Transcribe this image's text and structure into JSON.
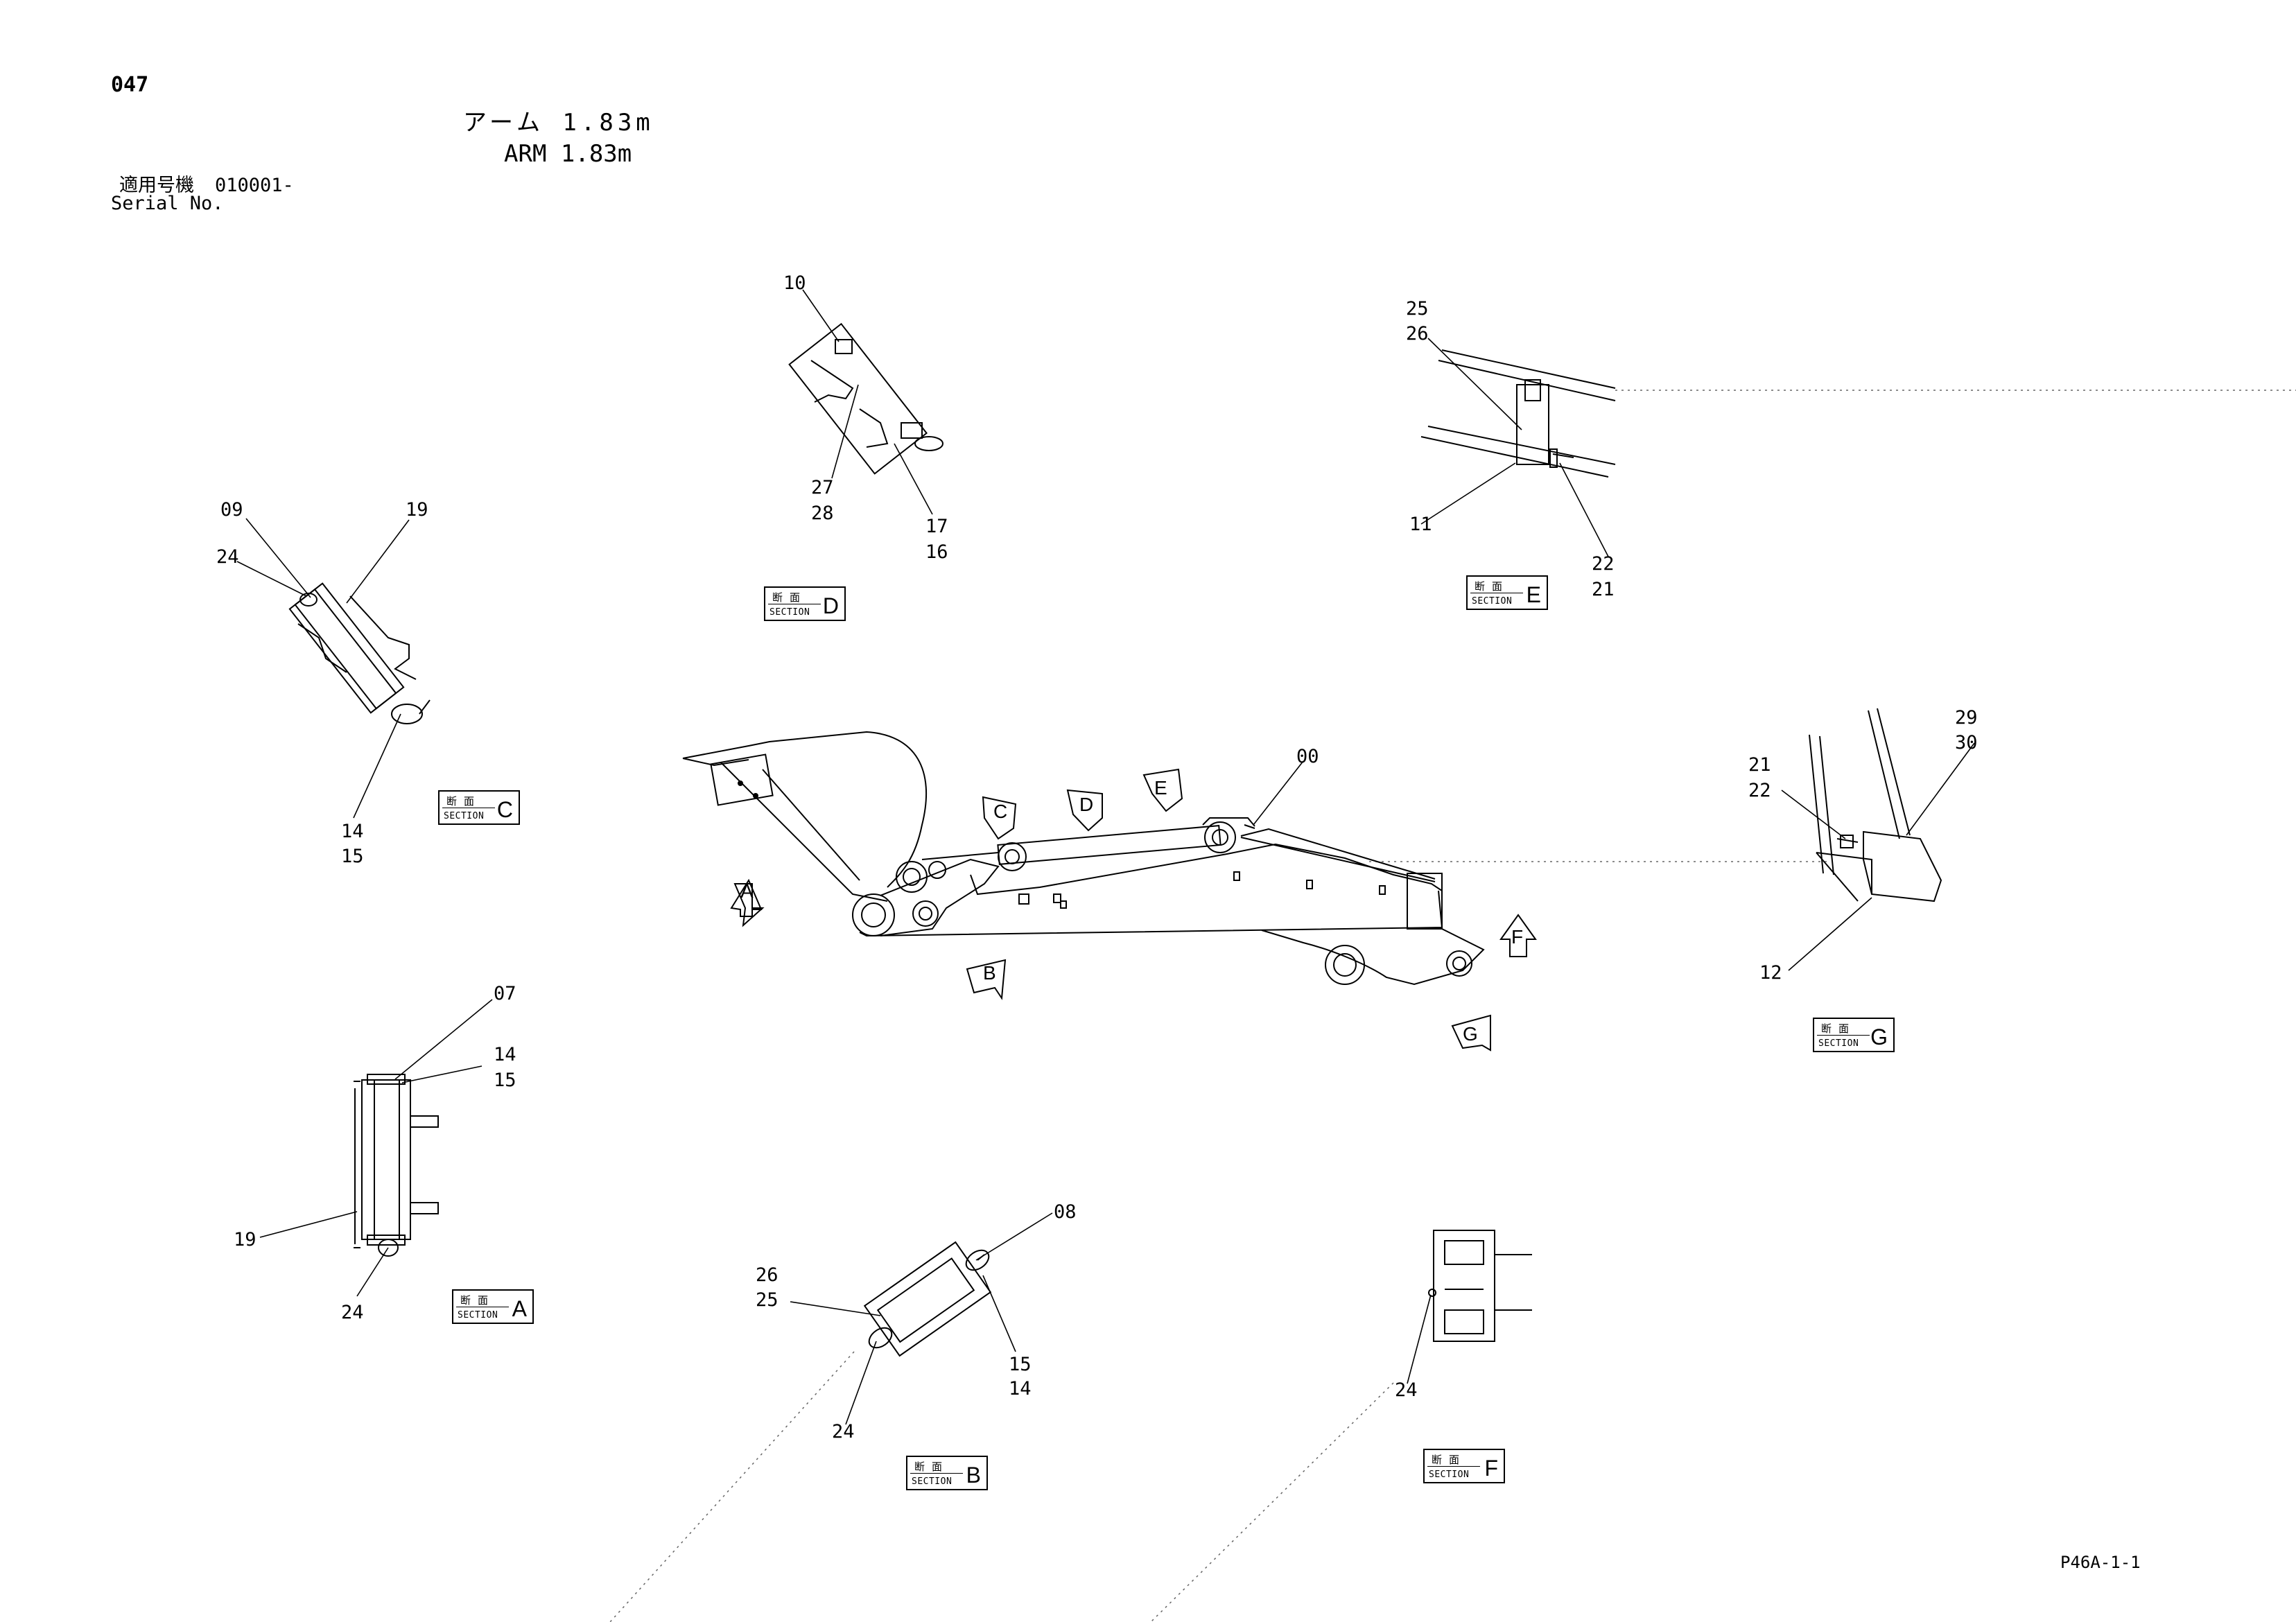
{
  "header": {
    "page_number": "047",
    "title_jp": "アーム 1.83m",
    "title_en": "ARM 1.83m",
    "serial_label_jp": "適用号機",
    "serial_value": "010001-",
    "serial_label_en": "Serial No."
  },
  "footer": {
    "drawing_code": "P46A-1-1"
  },
  "section_label": {
    "jp": "断面",
    "en": "SECTION"
  },
  "sections": [
    "A",
    "B",
    "C",
    "D",
    "E",
    "F",
    "G"
  ],
  "view_arrows": [
    "A",
    "B",
    "C",
    "D",
    "E",
    "F",
    "G"
  ],
  "part_callouts": {
    "sec_c": [
      "09",
      "24",
      "19",
      "14",
      "15"
    ],
    "sec_d": [
      "10",
      "27",
      "28",
      "17",
      "16"
    ],
    "sec_e": [
      "25",
      "26",
      "11",
      "22",
      "21"
    ],
    "sec_g": [
      "29",
      "30",
      "21",
      "22",
      "12"
    ],
    "sec_a": [
      "07",
      "14",
      "15",
      "19",
      "24"
    ],
    "sec_b": [
      "08",
      "26",
      "25",
      "15",
      "14",
      "24"
    ],
    "sec_f": [
      "24"
    ],
    "main": [
      "00"
    ]
  }
}
